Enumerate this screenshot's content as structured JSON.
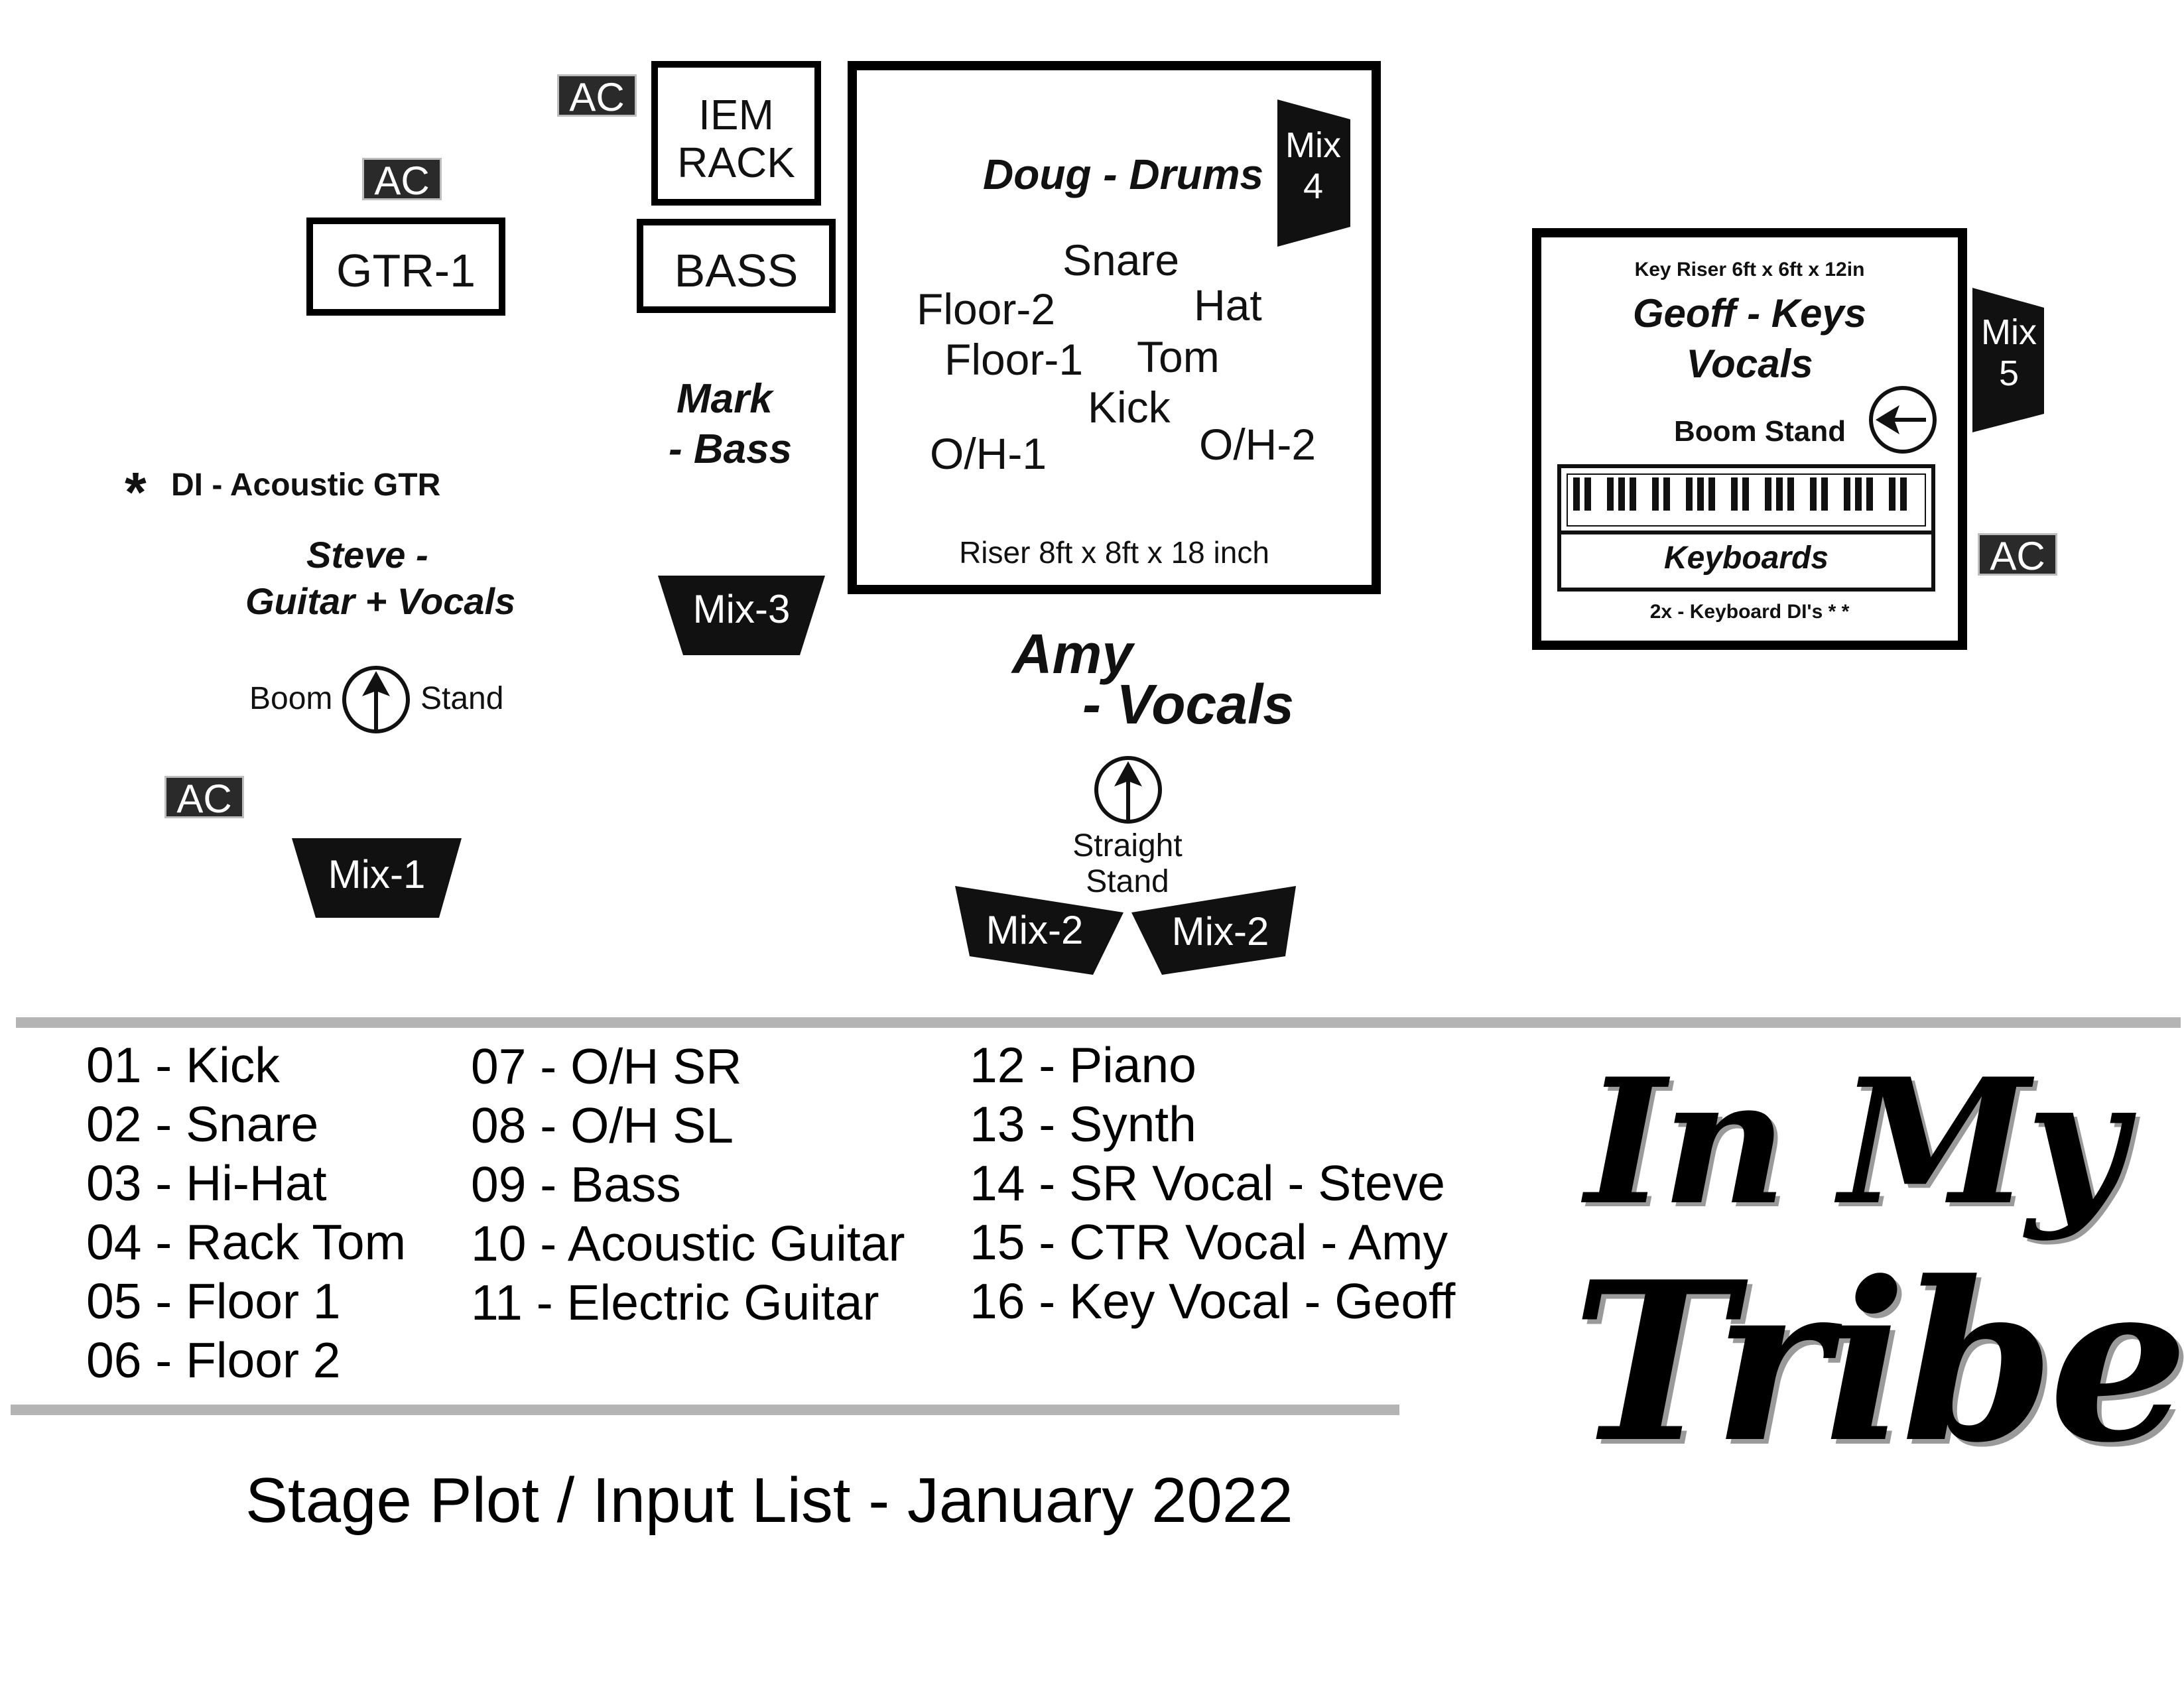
{
  "stage": {
    "ac_label": "AC",
    "gtr1": "GTR-1",
    "bass_amp": "BASS",
    "iem_rack": [
      "IEM",
      "RACK"
    ],
    "mark": [
      "Mark",
      "- Bass"
    ],
    "drums": {
      "player": "Doug - Drums",
      "pieces": {
        "snare": "Snare",
        "hat": "Hat",
        "floor2": "Floor-2",
        "floor1": "Floor-1",
        "tom": "Tom",
        "kick": "Kick",
        "oh1": "O/H-1",
        "oh2": "O/H-2"
      },
      "riser": "Riser 8ft x 8ft x 18 inch"
    },
    "keys": {
      "riser": "Key Riser  6ft x 6ft x 12in",
      "player": [
        "Geoff - Keys",
        "Vocals"
      ],
      "boom_stand": "Boom Stand",
      "keyboards": "Keyboards",
      "dis": "2x - Keyboard DI's * *"
    },
    "di_note": "DI - Acoustic GTR",
    "di_star": "*",
    "steve": [
      "Steve -",
      "Guitar + Vocals"
    ],
    "steve_boom": [
      "Boom",
      "Stand"
    ],
    "amy": [
      "Amy",
      "- Vocals"
    ],
    "amy_stand": [
      "Straight",
      "Stand"
    ],
    "monitors": {
      "mix1": "Mix-1",
      "mix2": "Mix-2",
      "mix3": "Mix-3",
      "mix4": [
        "Mix",
        "4"
      ],
      "mix5": [
        "Mix",
        "5"
      ]
    }
  },
  "inputs": {
    "col1": [
      "01 - Kick",
      "02 - Snare",
      "03 - Hi-Hat",
      "04 - Rack Tom",
      "05 - Floor 1",
      "06 - Floor 2"
    ],
    "col2": [
      "07 - O/H SR",
      "08 - O/H SL",
      "09 - Bass",
      "10 - Acoustic Guitar",
      "11 - Electric Guitar"
    ],
    "col3": [
      "12 - Piano",
      "13 - Synth",
      "14 - SR Vocal - Steve",
      "15 - CTR Vocal - Amy",
      "16 - Key Vocal - Geoff"
    ]
  },
  "footer": {
    "title": "Stage Plot / Input List - January 2022"
  },
  "logo": {
    "line1": "In My",
    "line2": "Tribe"
  },
  "colors": {
    "ac_bg": "#2a2a2a",
    "monitor": "#111111",
    "rule": "#b4b4b4"
  }
}
